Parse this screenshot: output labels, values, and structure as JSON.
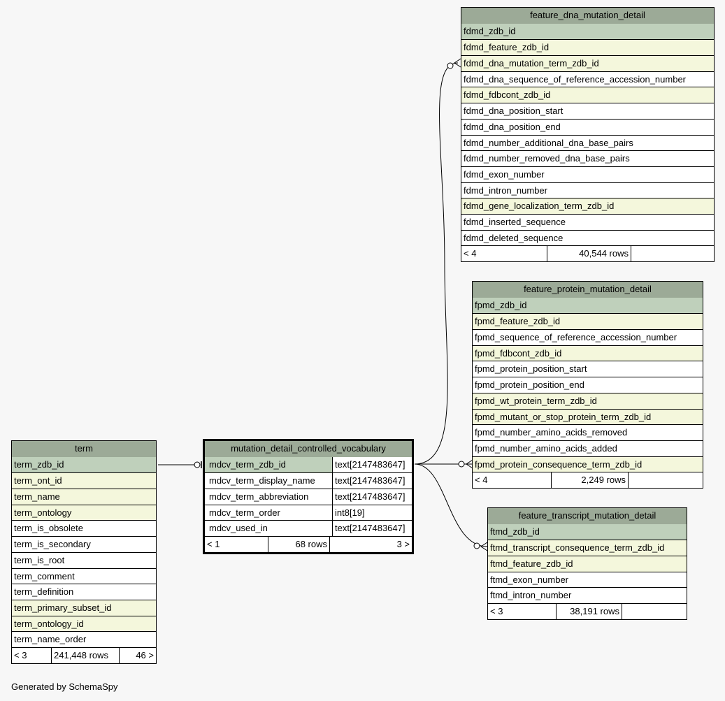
{
  "tables": {
    "term": {
      "title": "term",
      "rows": [
        {
          "name": "term_zdb_id",
          "kind": "pk"
        },
        {
          "name": "term_ont_id",
          "kind": "fk"
        },
        {
          "name": "term_name",
          "kind": "fk"
        },
        {
          "name": "term_ontology",
          "kind": "fk"
        },
        {
          "name": "term_is_obsolete",
          "kind": "plain"
        },
        {
          "name": "term_is_secondary",
          "kind": "plain"
        },
        {
          "name": "term_is_root",
          "kind": "plain"
        },
        {
          "name": "term_comment",
          "kind": "plain"
        },
        {
          "name": "term_definition",
          "kind": "plain"
        },
        {
          "name": "term_primary_subset_id",
          "kind": "fk"
        },
        {
          "name": "term_ontology_id",
          "kind": "fk"
        },
        {
          "name": "term_name_order",
          "kind": "plain"
        }
      ],
      "footer": [
        "< 3",
        "241,448 rows",
        "46 >"
      ]
    },
    "mdcv": {
      "title": "mutation_detail_controlled_vocabulary",
      "rows": [
        {
          "name": "mdcv_term_zdb_id",
          "type": "text[2147483647]",
          "kind": "pk"
        },
        {
          "name": "mdcv_term_display_name",
          "type": "text[2147483647]",
          "kind": "plain"
        },
        {
          "name": "mdcv_term_abbreviation",
          "type": "text[2147483647]",
          "kind": "plain"
        },
        {
          "name": "mdcv_term_order",
          "type": "int8[19]",
          "kind": "plain"
        },
        {
          "name": "mdcv_used_in",
          "type": "text[2147483647]",
          "kind": "plain"
        }
      ],
      "footer": [
        "< 1",
        "68 rows",
        "3 >"
      ]
    },
    "fdmd": {
      "title": "feature_dna_mutation_detail",
      "rows": [
        {
          "name": "fdmd_zdb_id",
          "kind": "pk"
        },
        {
          "name": "fdmd_feature_zdb_id",
          "kind": "fk"
        },
        {
          "name": "fdmd_dna_mutation_term_zdb_id",
          "kind": "fk"
        },
        {
          "name": "fdmd_dna_sequence_of_reference_accession_number",
          "kind": "plain"
        },
        {
          "name": "fdmd_fdbcont_zdb_id",
          "kind": "fk"
        },
        {
          "name": "fdmd_dna_position_start",
          "kind": "plain"
        },
        {
          "name": "fdmd_dna_position_end",
          "kind": "plain"
        },
        {
          "name": "fdmd_number_additional_dna_base_pairs",
          "kind": "plain"
        },
        {
          "name": "fdmd_number_removed_dna_base_pairs",
          "kind": "plain"
        },
        {
          "name": "fdmd_exon_number",
          "kind": "plain"
        },
        {
          "name": "fdmd_intron_number",
          "kind": "plain"
        },
        {
          "name": "fdmd_gene_localization_term_zdb_id",
          "kind": "fk"
        },
        {
          "name": "fdmd_inserted_sequence",
          "kind": "plain"
        },
        {
          "name": "fdmd_deleted_sequence",
          "kind": "plain"
        }
      ],
      "footer": [
        "< 4",
        "40,544 rows",
        ""
      ]
    },
    "fpmd": {
      "title": "feature_protein_mutation_detail",
      "rows": [
        {
          "name": "fpmd_zdb_id",
          "kind": "pk"
        },
        {
          "name": "fpmd_feature_zdb_id",
          "kind": "fk"
        },
        {
          "name": "fpmd_sequence_of_reference_accession_number",
          "kind": "plain"
        },
        {
          "name": "fpmd_fdbcont_zdb_id",
          "kind": "fk"
        },
        {
          "name": "fpmd_protein_position_start",
          "kind": "plain"
        },
        {
          "name": "fpmd_protein_position_end",
          "kind": "plain"
        },
        {
          "name": "fpmd_wt_protein_term_zdb_id",
          "kind": "fk"
        },
        {
          "name": "fpmd_mutant_or_stop_protein_term_zdb_id",
          "kind": "fk"
        },
        {
          "name": "fpmd_number_amino_acids_removed",
          "kind": "plain"
        },
        {
          "name": "fpmd_number_amino_acids_added",
          "kind": "plain"
        },
        {
          "name": "fpmd_protein_consequence_term_zdb_id",
          "kind": "fk"
        }
      ],
      "footer": [
        "< 4",
        "2,249 rows",
        ""
      ]
    },
    "ftmd": {
      "title": "feature_transcript_mutation_detail",
      "rows": [
        {
          "name": "ftmd_zdb_id",
          "kind": "pk"
        },
        {
          "name": "ftmd_transcript_consequence_term_zdb_id",
          "kind": "fk"
        },
        {
          "name": "ftmd_feature_zdb_id",
          "kind": "fk"
        },
        {
          "name": "ftmd_exon_number",
          "kind": "plain"
        },
        {
          "name": "ftmd_intron_number",
          "kind": "plain"
        }
      ],
      "footer": [
        "< 3",
        "38,191 rows",
        ""
      ]
    }
  },
  "footer_text": "Generated by SchemaSpy"
}
